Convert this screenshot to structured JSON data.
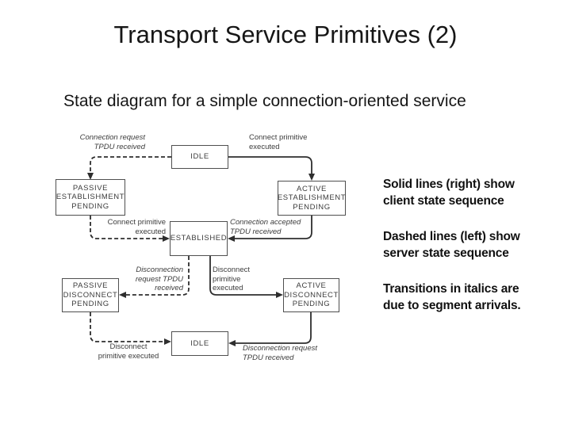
{
  "slide": {
    "title": "Transport Service Primitives (2)",
    "subtitle": "State diagram for a simple connection-oriented service"
  },
  "diagram": {
    "states": [
      {
        "id": "idle-top",
        "label": "IDLE"
      },
      {
        "id": "passive-establishment-pending",
        "label": "PASSIVE\nESTABLISHMENT\nPENDING"
      },
      {
        "id": "active-establishment-pending",
        "label": "ACTIVE\nESTABLISHMENT\nPENDING"
      },
      {
        "id": "established",
        "label": "ESTABLISHED"
      },
      {
        "id": "passive-disconnect-pending",
        "label": "PASSIVE\nDISCONNECT\nPENDING"
      },
      {
        "id": "active-disconnect-pending",
        "label": "ACTIVE\nDISCONNECT\nPENDING"
      },
      {
        "id": "idle-bottom",
        "label": "IDLE"
      }
    ],
    "transitions": [
      {
        "id": "connection-request-tpdu-received",
        "label": "Connection request\nTPDU received",
        "line_style": "dashed",
        "italic": true
      },
      {
        "id": "connect-primitive-executed-client",
        "label": "Connect primitive\nexecuted",
        "line_style": "solid",
        "italic": false
      },
      {
        "id": "connect-primitive-executed-server",
        "label": "Connect primitive\nexecuted",
        "line_style": "dashed",
        "italic": false
      },
      {
        "id": "connection-accepted-tpdu-received",
        "label": "Connection accepted\nTPDU received",
        "line_style": "solid",
        "italic": true
      },
      {
        "id": "disconnection-request-tpdu-received-server",
        "label": "Disconnection\nrequest TPDU\nreceived",
        "line_style": "dashed",
        "italic": true
      },
      {
        "id": "disconnect-primitive-executed-client",
        "label": "Disconnect\nprimitive\nexecuted",
        "line_style": "solid",
        "italic": false
      },
      {
        "id": "disconnect-primitive-executed-server",
        "label": "Disconnect\nprimitive executed",
        "line_style": "dashed",
        "italic": false
      },
      {
        "id": "disconnection-request-tpdu-received-client",
        "label": "Disconnection request\nTPDU received",
        "line_style": "solid",
        "italic": true
      }
    ]
  },
  "notes": [
    {
      "text": "Solid lines (right) show\nclient state sequence"
    },
    {
      "text": "Dashed lines (left) show\nserver state sequence"
    },
    {
      "text": "Transitions in italics are\ndue to segment arrivals."
    }
  ],
  "colors": {
    "ink": "#2e2e2e",
    "box_border": "#4f4f4f",
    "text": "#161616"
  }
}
